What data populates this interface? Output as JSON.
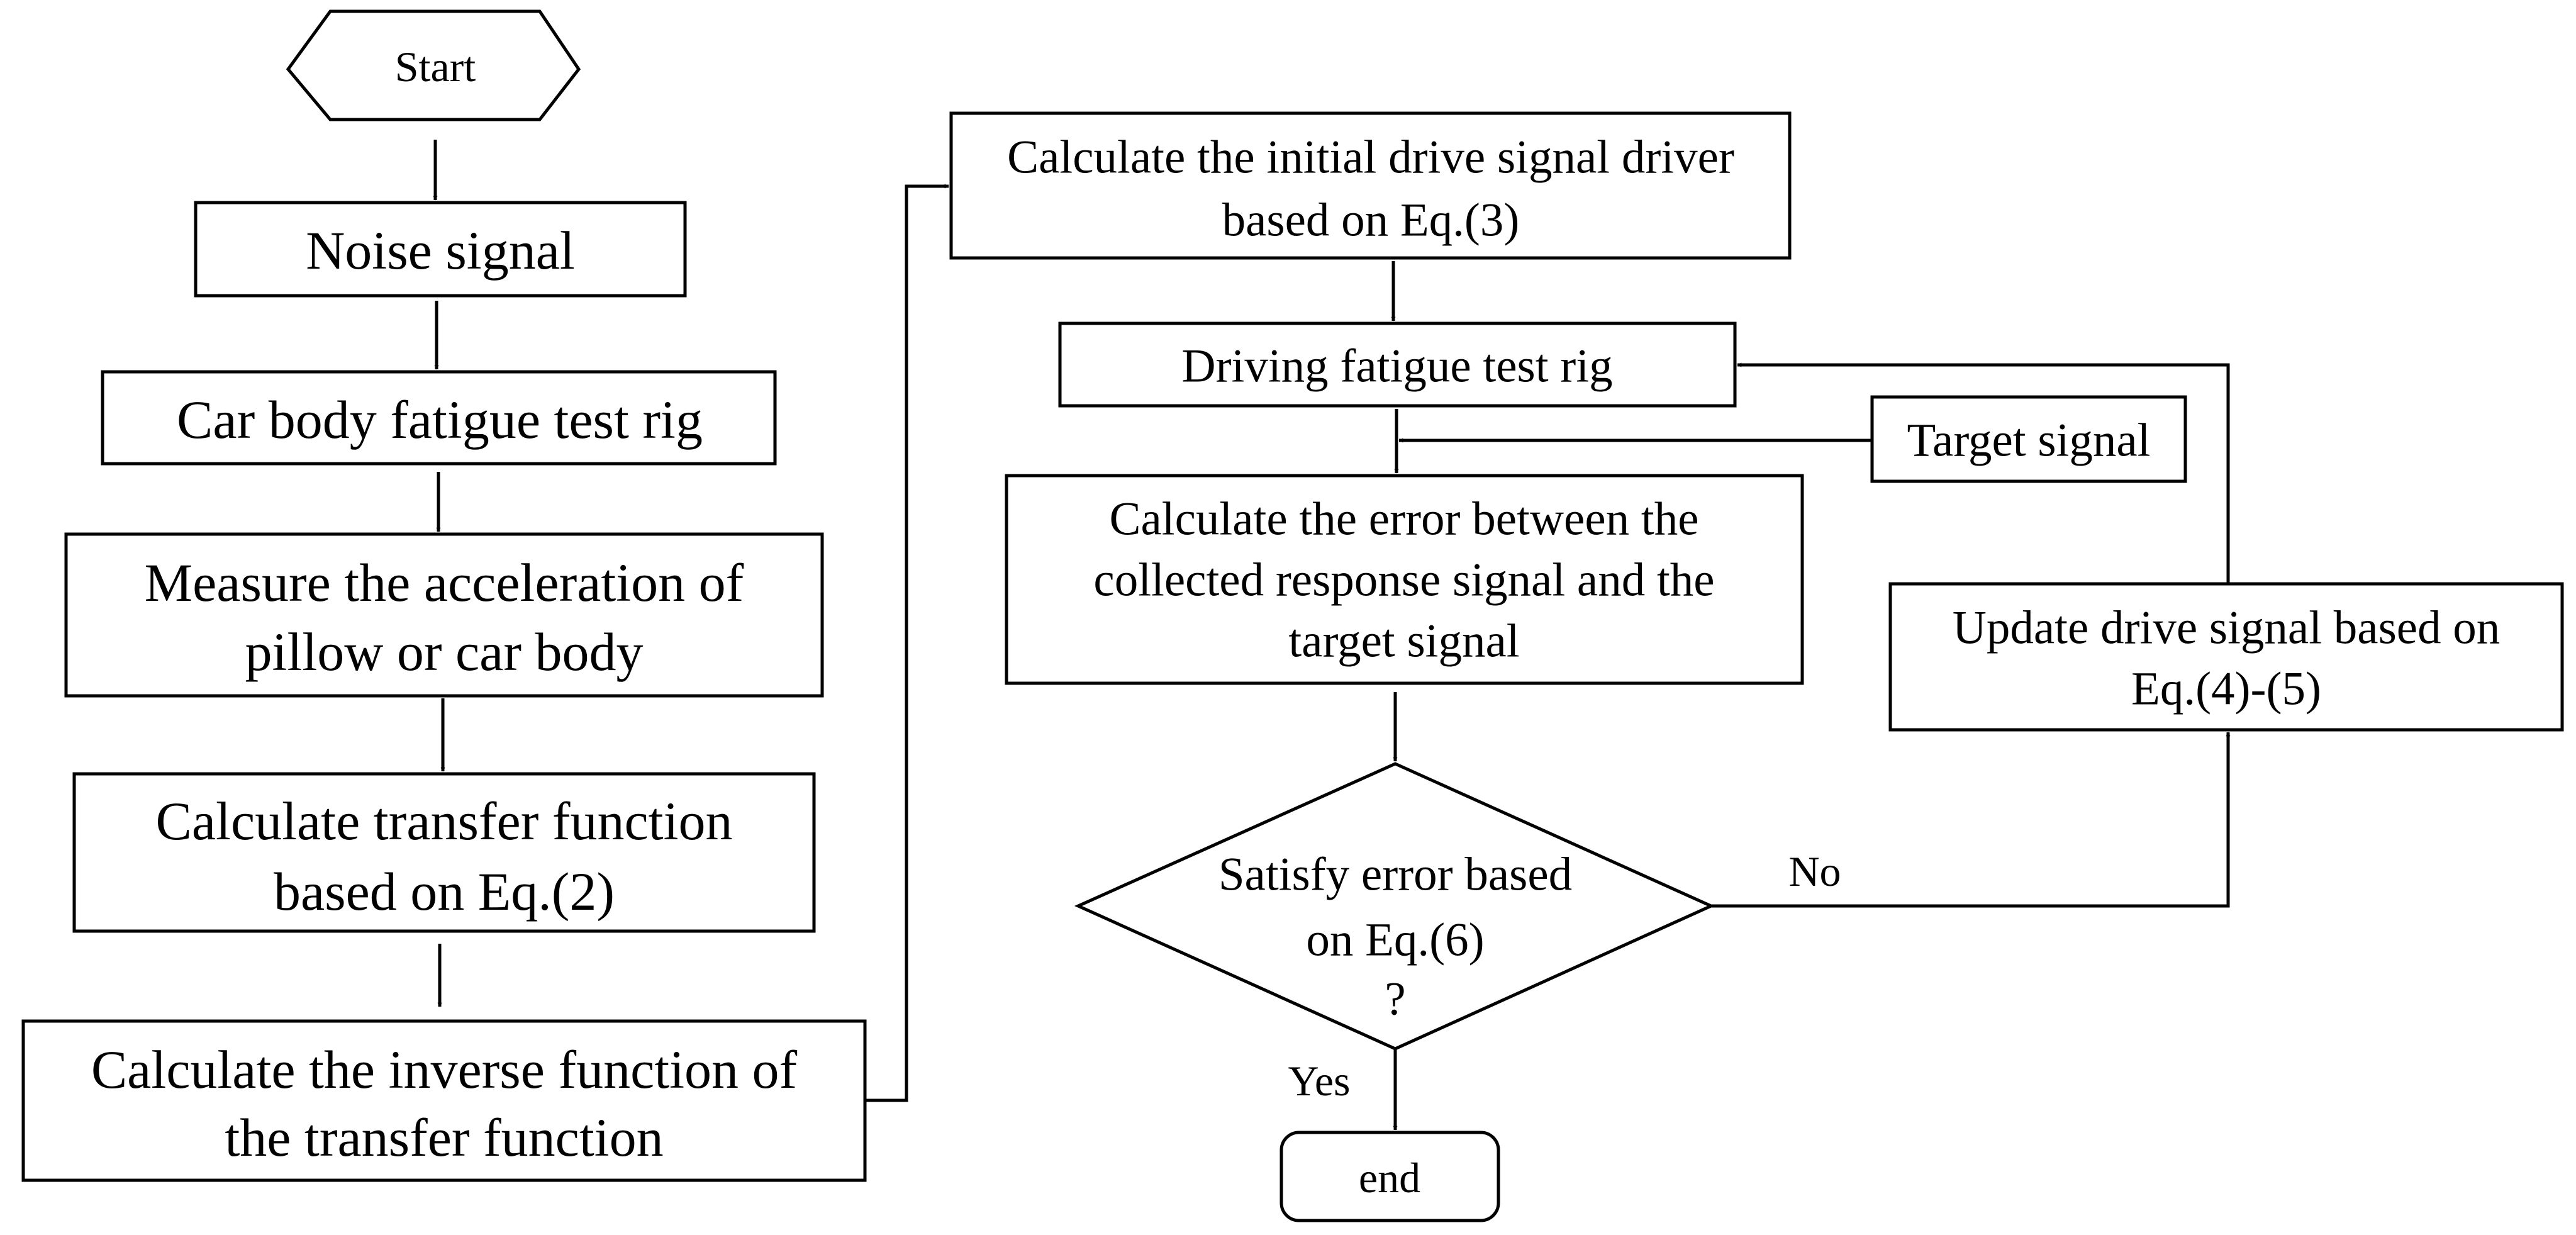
{
  "nodes": {
    "start": "Start",
    "noise_signal": "Noise signal",
    "car_body_rig": "Car body fatigue test rig",
    "measure_accel": [
      "Measure the acceleration of",
      "pillow or car body"
    ],
    "calc_transfer": [
      "Calculate transfer function",
      "based on Eq.(2)"
    ],
    "calc_inverse": [
      "Calculate the inverse function of",
      "the transfer function"
    ],
    "calc_initial_drive": [
      "Calculate the initial drive signal driver",
      "based on Eq.(3)"
    ],
    "driving_rig": "Driving fatigue test rig",
    "target_signal": "Target signal",
    "calc_error": [
      "Calculate the error between the",
      "collected response signal and the",
      "target signal"
    ],
    "update_drive": [
      "Update drive signal based on",
      "Eq.(4)-(5)"
    ],
    "satisfy_error": [
      "Satisfy error based",
      "on Eq.(6)",
      "?"
    ],
    "end": "end"
  },
  "edge_labels": {
    "no": "No",
    "yes": "Yes"
  }
}
